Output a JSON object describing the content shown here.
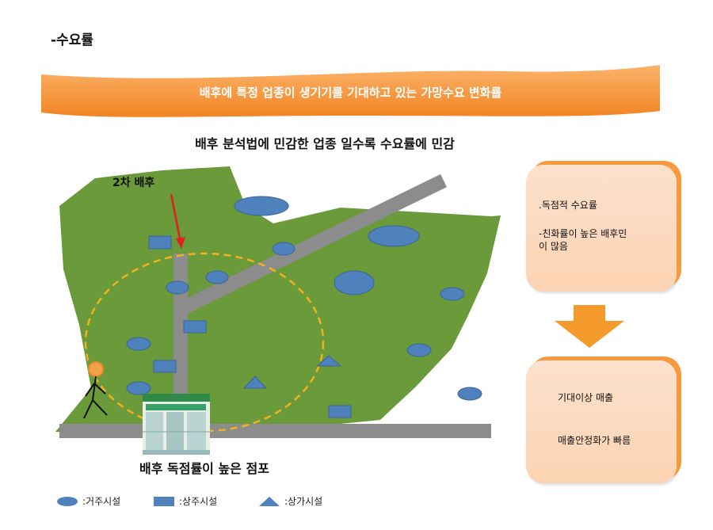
{
  "page_title": "-수요률",
  "banner": {
    "text": "배후에 특정 업종이 생기기를 기대하고 있는 가망수요 변화률"
  },
  "subtitle": "배후 분석법에 민감한 업종 일수록 수요률에 민감",
  "map": {
    "secondary_label": "2차 배후",
    "store_label": "배후 독점률이 높은 점포"
  },
  "box_top": {
    "line1": ".독점적 수요률",
    "line2": "-친화률이 높은 배후민",
    "line3": "이 많음"
  },
  "box_bottom": {
    "line1": "기대이상 매출",
    "line2": "매출안정화가 빠름"
  },
  "legend": {
    "residential": ":거주시설",
    "mixed": ":상주시설",
    "commercial": ":상가시설"
  },
  "colors": {
    "banner": "#f7943b",
    "map_green": "#6a9a3a",
    "road": "#8c8c8c",
    "facility_blue": "#4f81bd",
    "zone_dash": "#f0b21e",
    "arrow_red": "#e02020",
    "box_fill": "#fbd6b8",
    "down_arrow": "#f59a2c"
  }
}
